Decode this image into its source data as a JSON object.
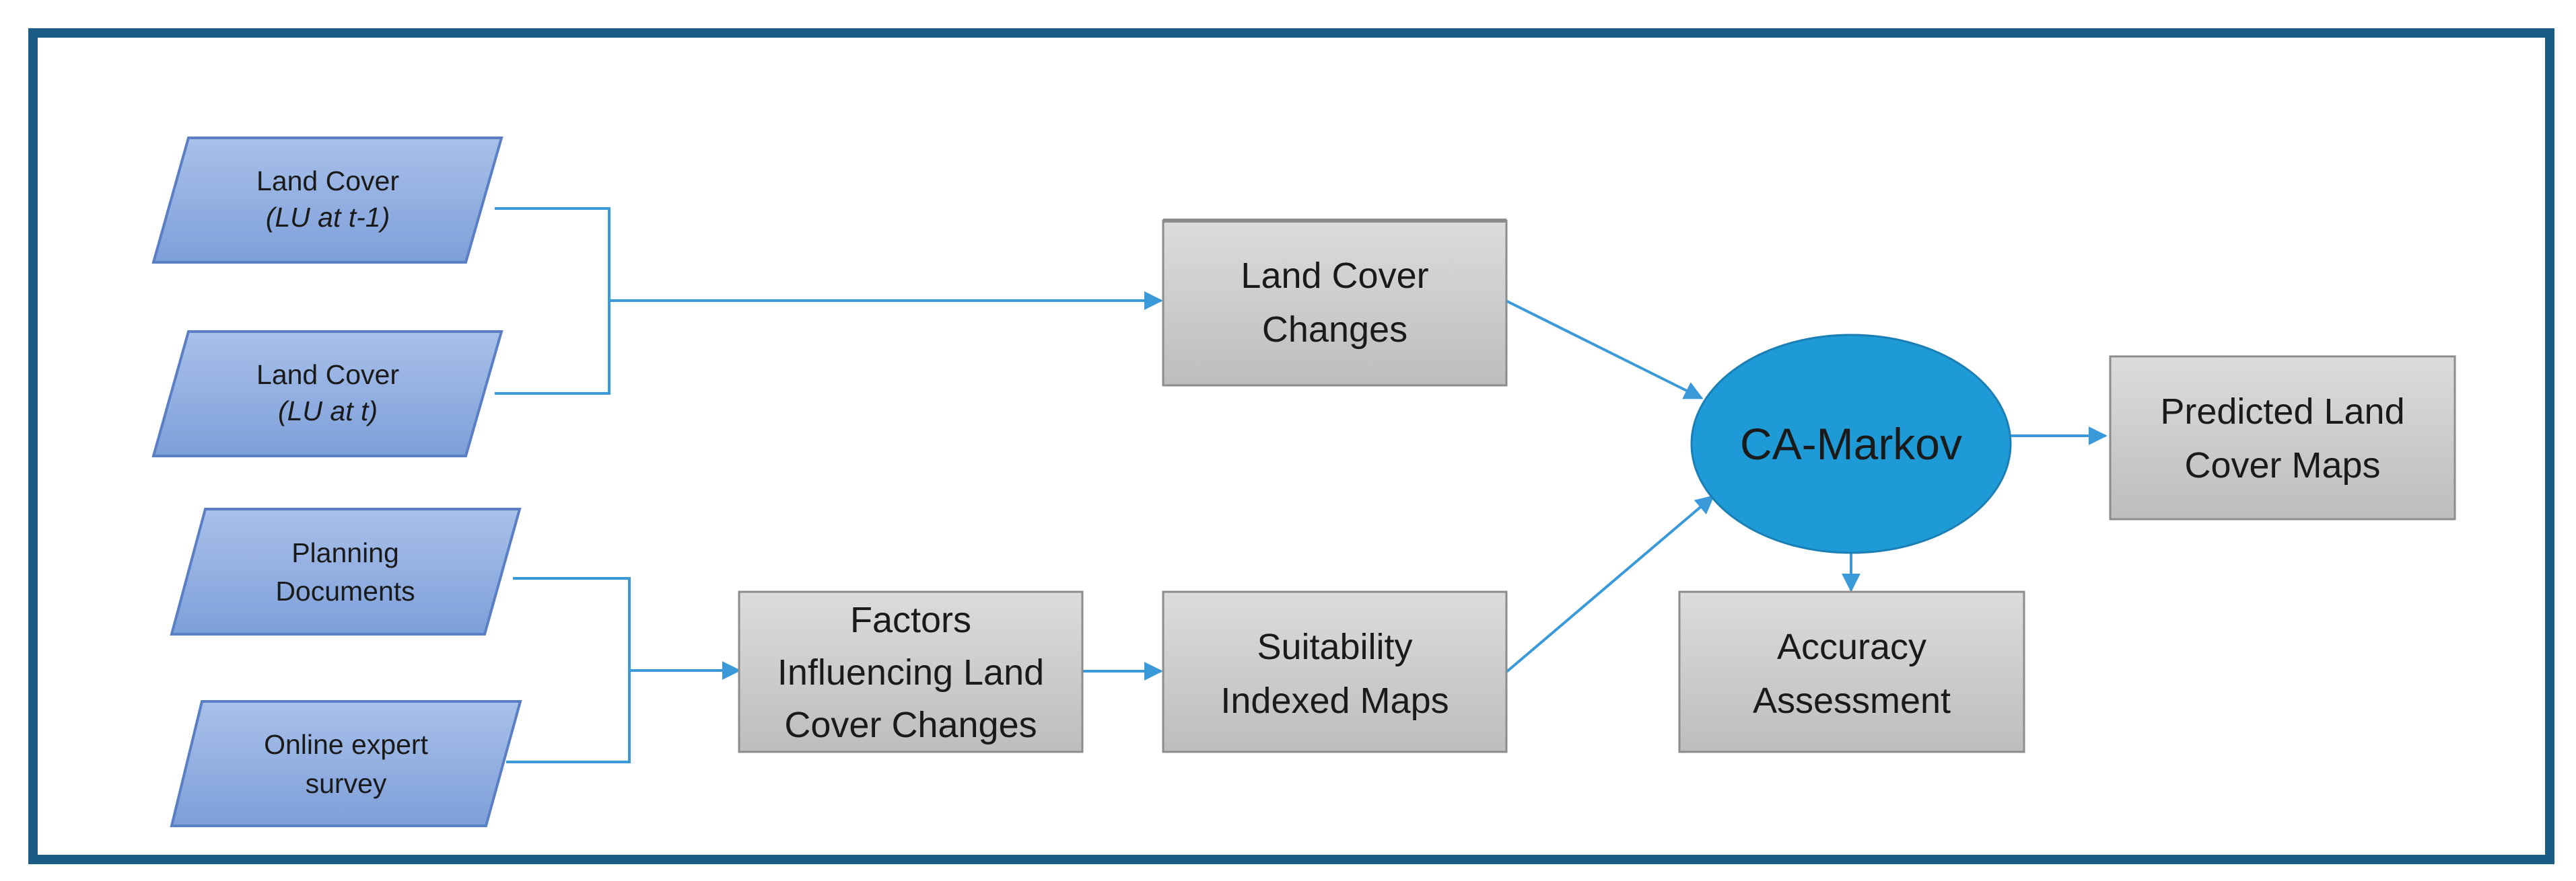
{
  "inputs": {
    "lc1": {
      "line1": "Land Cover",
      "line2": "(LU at t-1)"
    },
    "lc2": {
      "line1": "Land Cover",
      "line2": "(LU at t)"
    },
    "planning": {
      "line1": "Planning",
      "line2": "Documents"
    },
    "survey": {
      "line1": "Online expert",
      "line2": "survey"
    }
  },
  "processes": {
    "land_cover_changes": {
      "line1": "Land Cover",
      "line2": "Changes"
    },
    "factors": {
      "line1": "Factors",
      "line2": "Influencing Land",
      "line3": "Cover Changes"
    },
    "suitability": {
      "line1": "Suitability",
      "line2": "Indexed Maps"
    },
    "accuracy": {
      "line1": "Accuracy",
      "line2": "Assessment"
    },
    "predicted": {
      "line1": "Predicted Land",
      "line2": "Cover Maps"
    }
  },
  "model": {
    "label": "CA-Markov"
  },
  "colors": {
    "frame": "#1b5c86",
    "input_fill": "#8eaee0",
    "input_stroke": "#5b7fc4",
    "box_fill": "#c8c8c8",
    "box_stroke": "#8c8c8c",
    "ellipse_fill": "#1e9ad6",
    "connector": "#3a9ad9"
  }
}
